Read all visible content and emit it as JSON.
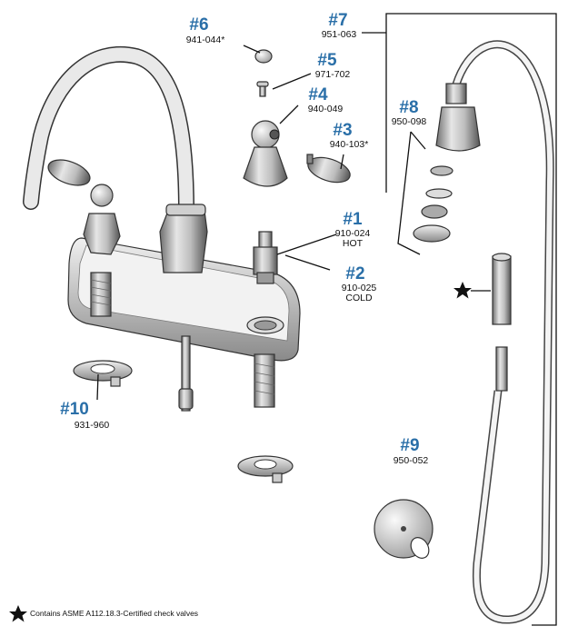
{
  "accent_color": "#2a6fa8",
  "callouts": [
    {
      "id": "c1",
      "number": "#1",
      "codes": [
        "910-024",
        "HOT"
      ]
    },
    {
      "id": "c2",
      "number": "#2",
      "codes": [
        "910-025",
        "COLD"
      ]
    },
    {
      "id": "c3",
      "number": "#3",
      "codes": [
        "940-103*"
      ]
    },
    {
      "id": "c4",
      "number": "#4",
      "codes": [
        "940-049"
      ]
    },
    {
      "id": "c5",
      "number": "#5",
      "codes": [
        "971-702"
      ]
    },
    {
      "id": "c6",
      "number": "#6",
      "codes": [
        "941-044*"
      ]
    },
    {
      "id": "c7",
      "number": "#7",
      "codes": [
        "951-063"
      ]
    },
    {
      "id": "c8",
      "number": "#8",
      "codes": [
        "950-098"
      ]
    },
    {
      "id": "c9",
      "number": "#9",
      "codes": [
        "950-052"
      ]
    },
    {
      "id": "c10",
      "number": "#10",
      "codes": [
        "931-960"
      ]
    }
  ],
  "footnote": {
    "icon": "star-icon",
    "text": "Contains ASME A112.18.3-Certified check valves"
  }
}
